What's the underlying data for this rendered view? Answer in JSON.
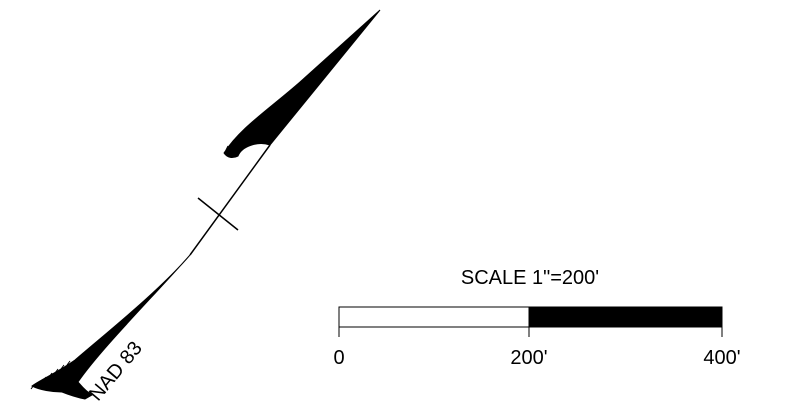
{
  "north_arrow": {
    "datum_label": "NAD 83",
    "icon": "north-arrow-icon"
  },
  "scale_bar": {
    "title": "SCALE 1\"=200'",
    "ticks": [
      "0",
      "200'",
      "400'"
    ],
    "segments": [
      {
        "fill": "#ffffff"
      },
      {
        "fill": "#000000"
      }
    ]
  },
  "colors": {
    "ink": "#000000",
    "paper": "#ffffff"
  }
}
